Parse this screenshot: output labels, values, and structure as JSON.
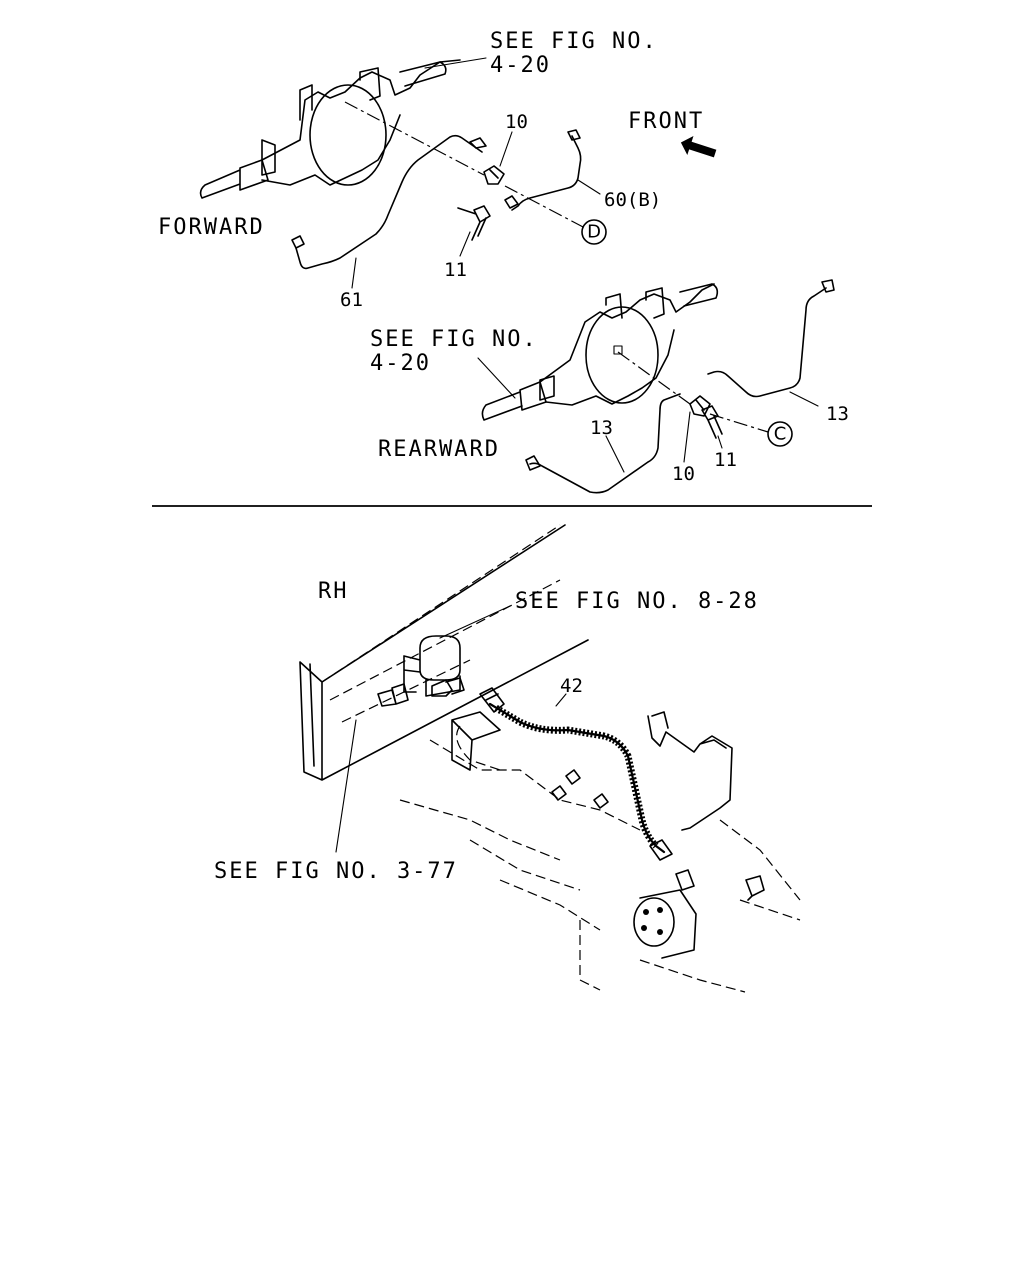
{
  "top": {
    "front_label": "FRONT",
    "forward": {
      "see_fig_line1": "SEE FIG NO.",
      "see_fig_line2": "4-20",
      "section_label": "FORWARD",
      "parts": {
        "p10": "10",
        "p11": "11",
        "p61": "61",
        "p60b": "60(B)"
      },
      "callout": "D"
    },
    "rearward": {
      "see_fig_line1": "SEE FIG NO.",
      "see_fig_line2": "4-20",
      "section_label": "REARWARD",
      "parts": {
        "p13a": "13",
        "p13b": "13",
        "p10": "10",
        "p11": "11"
      },
      "callout": "C"
    }
  },
  "bottom": {
    "side_label": "RH",
    "see_fig_8_28": "SEE FIG NO. 8-28",
    "see_fig_3_77": "SEE FIG NO. 3-77",
    "part_42": "42"
  }
}
